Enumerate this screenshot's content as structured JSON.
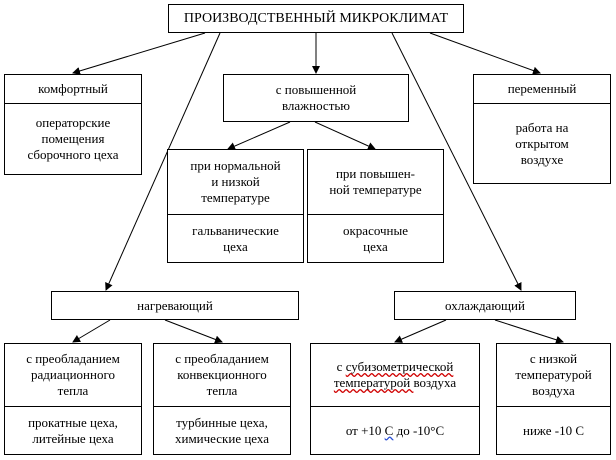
{
  "root": "ПРОИЗВОДСТВЕННЫЙ МИКРОКЛИМАТ",
  "comfortable": {
    "title": "комфортный",
    "example": "операторские\nпомещения\nсборочного цеха"
  },
  "humid": {
    "title": "с повышенной\nвлажностью"
  },
  "humid_normal": {
    "title": "при нормальной\nи низкой\nтемпературе",
    "example": "гальванические\nцеха"
  },
  "humid_high": {
    "title": "при повышен-\nной температуре",
    "example": "окрасочные\nцеха"
  },
  "variable": {
    "title": "переменный",
    "example": "работа на\nоткрытом\nвоздухе"
  },
  "heating": {
    "title": "нагревающий"
  },
  "heat_rad": {
    "title": "с преобладанием\nрадиационного\nтепла",
    "example": "прокатные цеха,\nлитейные цеха"
  },
  "heat_conv": {
    "title": "с преобладанием\nконвекционного\nтепла",
    "example": "турбинные цеха,\nхимические цеха"
  },
  "cooling": {
    "title": "охлаждающий"
  },
  "cool_sub": {
    "title_line1_a": "с ",
    "title_line1_b": "субизометрической",
    "title_line2_a": "температурой ",
    "title_line2_b": "воздуха",
    "example_a": "от +10 ",
    "example_b": "С",
    "example_c": " до -10°С"
  },
  "cool_low": {
    "title": "с низкой\nтемпературой\nвоздуха",
    "example": "ниже -10 С"
  }
}
